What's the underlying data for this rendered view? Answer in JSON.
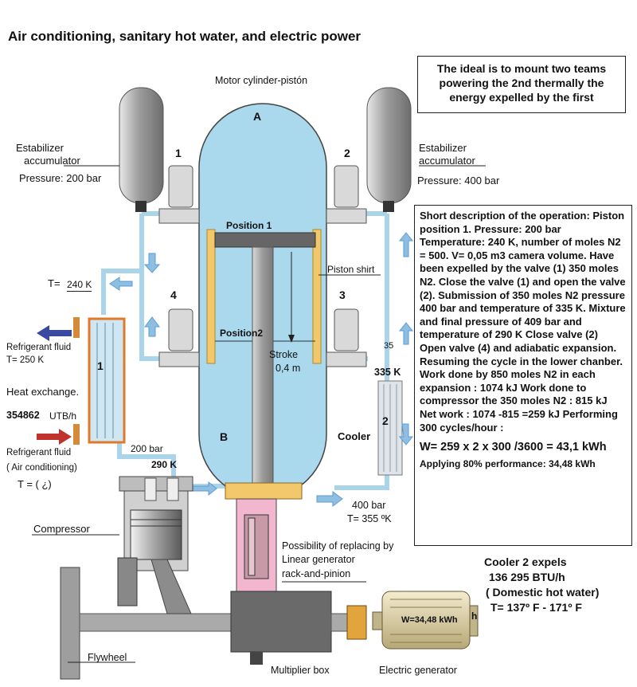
{
  "title": "Air conditioning, sanitary hot water, and electric  power",
  "ideal_note": "The ideal is to mount two teams powering the 2nd thermally the energy expelled by the first",
  "cylinder": {
    "label": "Motor cylinder-pistón",
    "chamber_a": "A",
    "chamber_b": "B",
    "position1": "Position 1",
    "position2": "Position2",
    "piston_shirt": "Piston shirt",
    "stroke": "Stroke",
    "stroke_value": "0,4 m"
  },
  "left_accumulator": {
    "label_line1": "Estabilizer",
    "label_line2": "accumulator",
    "pressure": "Pressure: 200 bar"
  },
  "right_accumulator": {
    "label_line1": "Estabilizer",
    "label_line2": "accumulator",
    "pressure": "Pressure: 400 bar"
  },
  "valves": [
    "1",
    "2",
    "3",
    "4"
  ],
  "left_side": {
    "temp_out": "T=",
    "temp_out_value": "240 K",
    "refrigerant_top_line1": "Refrigerant fluid",
    "refrigerant_top_line2": "T= 250 K",
    "heat_exchanger": "Heat exchange.",
    "heat_value": "354862",
    "heat_unit": "UTB/h",
    "exchanger_number": "1",
    "refrigerant_bottom_line1": "Refrigerant fluid",
    "refrigerant_bottom_line2": "( Air conditioning)",
    "refrigerant_bottom_line3": "T = ( ¿)",
    "pressure_200": "200 bar",
    "temp_290": "290 K",
    "compressor": "Compressor",
    "flywheel": "Flywheel"
  },
  "right_side": {
    "temp_335": "335 K",
    "partial_35": "35",
    "cooler": "Cooler",
    "cooler_number": "2",
    "pressure_400": "400 bar",
    "temp_355": "T= 355 ºK"
  },
  "generator": {
    "replace_line1": "Possibility of replacing by",
    "replace_line2": "Linear generator",
    "replace_line3": "rack-and-pinion",
    "multiplier": "Multiplier box",
    "electric": "Electric generator",
    "w_label": "W=34,48 kWh",
    "h_suffix": "h"
  },
  "cooler2": {
    "line1": "Cooler 2 expels",
    "line2": "136 295 BTU/h",
    "line3": "( Domestic hot water)",
    "line4": "T= 137º F - 171º F"
  },
  "description": {
    "body": "Short description of the operation: Piston position 1. Pressure: 200 bar Temperature: 240 K, number of moles N2 = 500.  V= 0,05 m3 camera volume. Have been expelled by the valve (1) 350 moles N2. Close the valve (1) and open the valve (2). Submission of 350 moles N2 pressure 400 bar and temperature of 335 K. Mixture and final pressure of 409 bar and temperature of 290 K Close valve (2) Open valve (4)  and adiabatic expansion. Resuming the cycle in the lower chanber. Work done by 850 moles N2 in each expansion :  1074 kJ Work done to compressor the 350 moles N2 : 815  kJ Net work : 1074 -815 =259  kJ Performing 300 cycles/hour :",
    "result": "W= 259 x 2 x 300 /3600 = 43,1 kWh",
    "performance": "Applying 80% performance: 34,48  kWh"
  },
  "colors": {
    "pipe": "#a9d4ea",
    "cylinder": "#aad8ec",
    "accumulator": "#b9b9b9",
    "rack": "#f2b6cf",
    "arrow": "#5b9bd5",
    "gold": "#f2c86a"
  },
  "icons": [
    "arrow-up-icon",
    "arrow-down-icon",
    "arrow-left-icon",
    "arrow-right-icon",
    "valve-icon",
    "accumulator-icon",
    "piston-icon"
  ]
}
